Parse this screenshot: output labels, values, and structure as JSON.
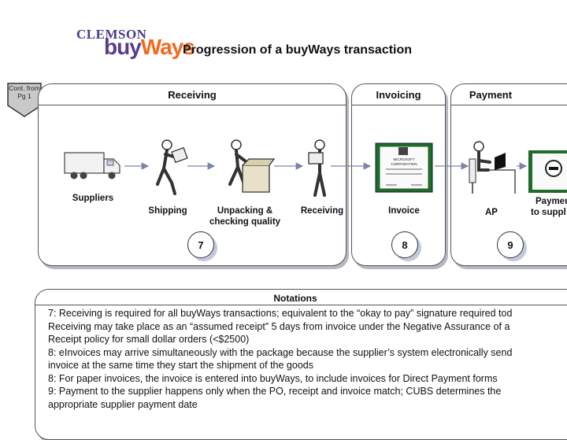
{
  "logo": {
    "brand_top": "CLEMSON",
    "brand_main_a": "buy",
    "brand_main_b": "Ways"
  },
  "title": "Progression of a buyWays transaction",
  "cont_badge": "Cont. from Pg 1",
  "panels": {
    "receiving": "Receiving",
    "invoicing": "Invoicing",
    "payment": "Payment"
  },
  "steps": {
    "suppliers": "Suppliers",
    "shipping": "Shipping",
    "unpacking_1": "Unpacking &",
    "unpacking_2": "checking quality",
    "receiving": "Receiving",
    "invoice": "Invoice",
    "ap": "AP",
    "payment_1": "Paymen",
    "payment_2": "to suppl"
  },
  "invoice_doc": {
    "company_1": "MICROSOFT",
    "company_2": "CORPORATION"
  },
  "circles": [
    "7",
    "8",
    "9"
  ],
  "notations": {
    "title": "Notations",
    "lines": [
      "7:  Receiving is required for all buyWays transactions; equivalent to the “okay to pay” signature required tod",
      "Receiving may take place as an “assumed receipt” 5 days from invoice under the Negative Assurance of a",
      "Receipt policy for small dollar orders (<$2500)",
      "8:  eInvoices may arrive simultaneously with the package because the supplier’s system electronically send",
      "invoice at the same time they start the shipment of the goods",
      "8:  For paper invoices, the invoice is entered into buyWays, to include invoices for Direct Payment forms",
      "9:  Payment to the supplier happens only when the PO, receipt and invoice match; CUBS determines the",
      "appropriate supplier payment date"
    ]
  }
}
